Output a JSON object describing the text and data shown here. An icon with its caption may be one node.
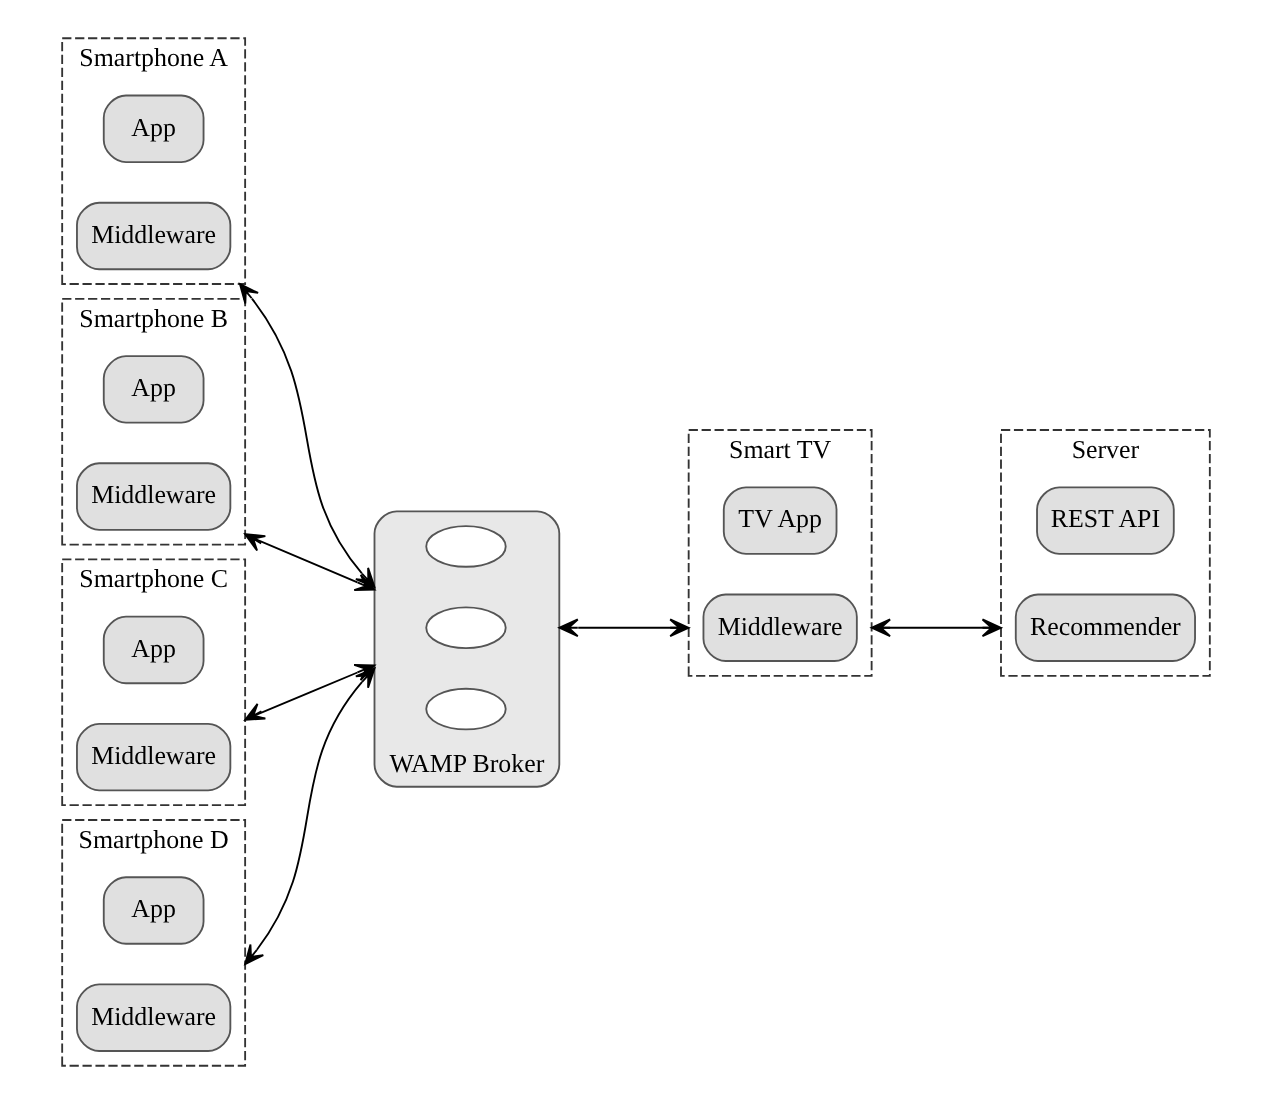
{
  "diagram": {
    "nodes": [
      {
        "text": [
          "Smartphone A"
        ]
      },
      {
        "text": [
          "App"
        ],
        "in": 0
      },
      {
        "text": [
          "Middleware"
        ],
        "in": 0
      },
      {
        "text": [
          "Smartphone B"
        ]
      },
      {
        "text": [
          "App"
        ],
        "in": 3
      },
      {
        "text": [
          "Middleware"
        ],
        "in": 3
      },
      {
        "text": [
          "Smartphone C"
        ]
      },
      {
        "text": [
          "App"
        ],
        "in": 6
      },
      {
        "text": [
          "Middleware"
        ],
        "in": 6
      },
      {
        "text": [
          "Smartphone D"
        ]
      },
      {
        "text": [
          "App"
        ],
        "in": 9
      },
      {
        "text": [
          "Middleware"
        ],
        "in": 9
      },
      {
        "text": [
          "WAMP Broker"
        ]
      },
      {
        "text": [],
        "shape": "oval",
        "in": 12
      },
      {
        "text": [],
        "shape": "oval",
        "in": 12
      },
      {
        "text": [],
        "shape": "oval",
        "in": 12
      },
      {
        "text": [
          "Smart TV"
        ]
      },
      {
        "text": [
          "TV App"
        ],
        "in": 16
      },
      {
        "text": [
          "Middleware"
        ],
        "in": 16
      },
      {
        "text": [
          "Server"
        ]
      },
      {
        "text": [
          "REST API"
        ],
        "in": 19
      },
      {
        "text": [
          "Recommender"
        ],
        "in": 19
      }
    ],
    "edges": [
      {
        "from": 0,
        "to": 12,
        "arrow": "both"
      },
      {
        "from": 3,
        "to": 12,
        "arrow": "both"
      },
      {
        "from": 6,
        "to": 12,
        "arrow": "both"
      },
      {
        "from": 9,
        "to": 12,
        "arrow": "both"
      },
      {
        "from": 12,
        "to": 16,
        "arrow": "both"
      },
      {
        "from": 16,
        "to": 19,
        "arrow": "both"
      }
    ]
  }
}
